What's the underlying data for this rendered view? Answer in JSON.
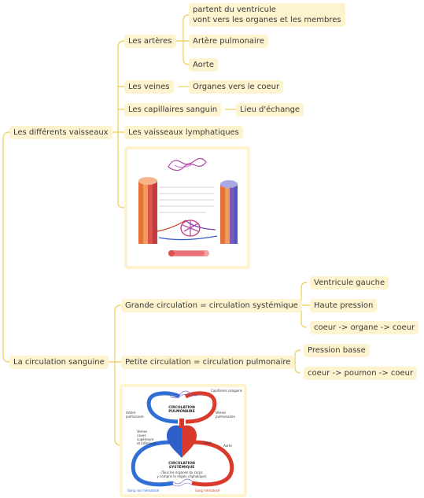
{
  "mindmap": {
    "vaisseaux": {
      "label": "Les différents vaisseaux",
      "arteres": {
        "label": "Les artères",
        "children": [
          "partent du ventricule\nvont vers les organes et les membres",
          "Artère pulmonaire",
          "Aorte"
        ]
      },
      "veines": {
        "label": "Les veines",
        "child": "Organes vers le coeur"
      },
      "capillaires": {
        "label": "Les capillaires sanguin",
        "child": "Lieu d'échange"
      },
      "lymphatiques": {
        "label": "Les vaisseaux lymphatiques"
      }
    },
    "circulation": {
      "label": "La circulation sanguine",
      "grande": {
        "label": "Grande circulation = circulation systémique",
        "children": [
          "Ventricule gauche",
          "Haute pression",
          "coeur -> organe -> coeur"
        ]
      },
      "petite": {
        "label": "Petite circulation = circulation pulmonaire",
        "children": [
          "Pression basse",
          "coeur -> poumon -> coeur"
        ]
      }
    }
  },
  "figure2": {
    "top_label": "CIRCULATION\nPULMONAIRE",
    "bottom_label": "CIRCULATION\nSYSTÉMIQUE",
    "bottom_note": "(Tous les organes du corps\ny compris la région céphalique)",
    "capillaires": "Capillaires sanguins",
    "artere_pulm": "Artère\npulmonaire",
    "veines_pulm": "Veines\npulmonaires",
    "veines_caves": "Veines\ncaves\nsupérieure\net inférieure",
    "coeur": "Cœur",
    "aorte": "Aorte",
    "legend_blue": "Sang non hématosé",
    "legend_red": "Sang hématosé"
  },
  "colors": {
    "node_bg": "#fdf3cf",
    "line": "#f0d66a",
    "artery": "#d93a2b",
    "vein": "#2f6fd6"
  }
}
